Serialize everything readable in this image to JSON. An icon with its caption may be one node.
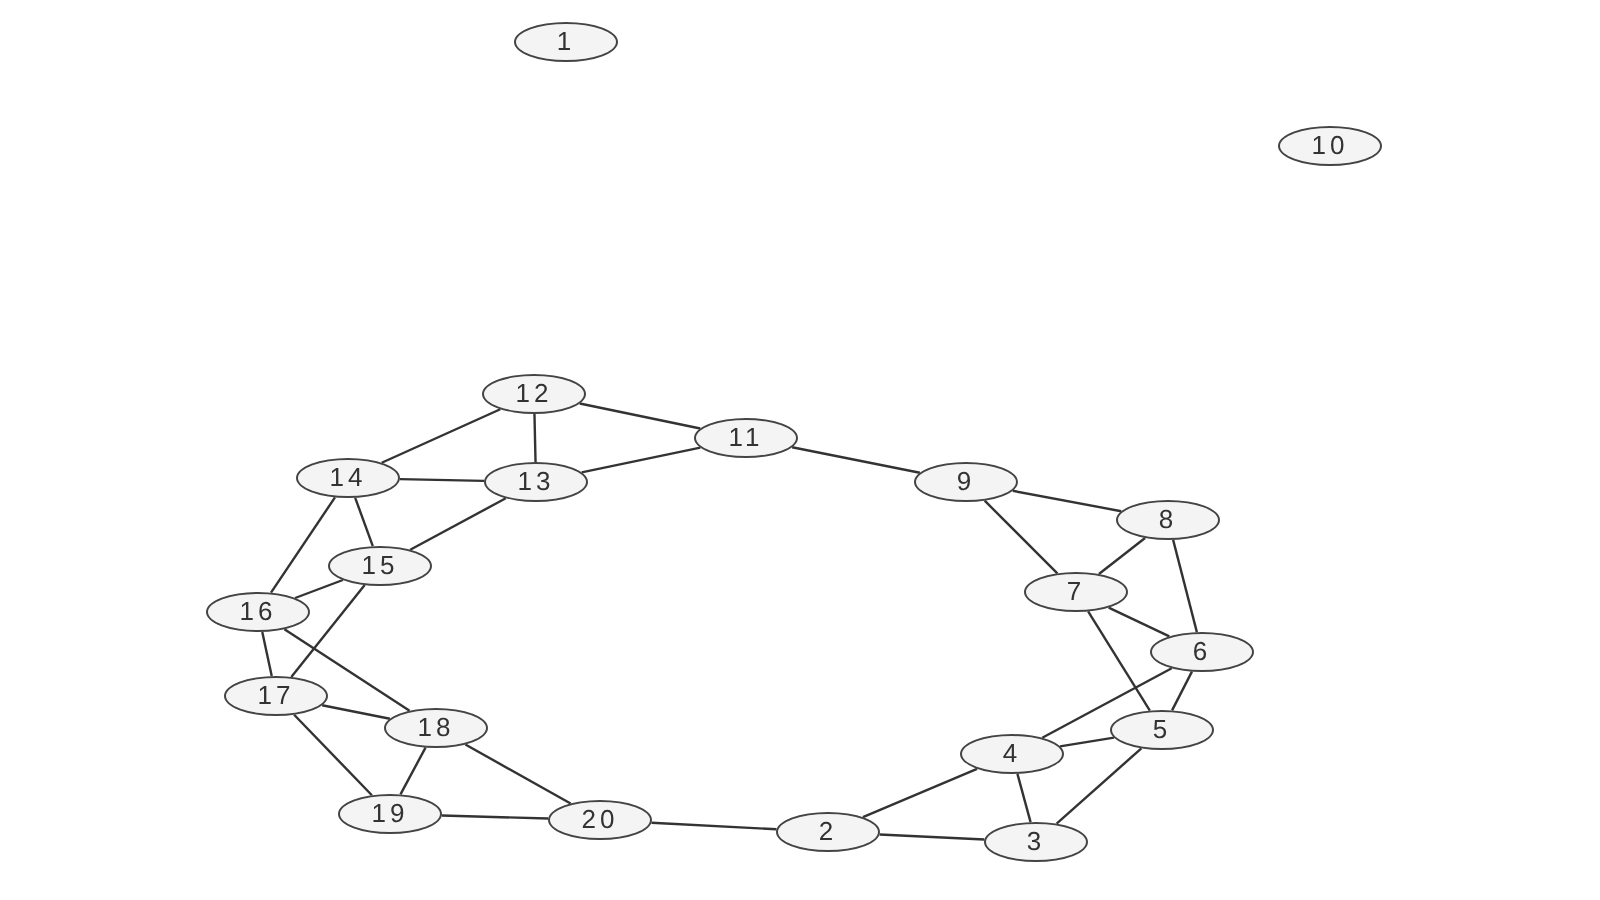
{
  "diagram": {
    "nodes": [
      {
        "text": [
          "1"
        ]
      },
      {
        "text": [
          "2"
        ]
      },
      {
        "text": [
          "3"
        ]
      },
      {
        "text": [
          "4"
        ]
      },
      {
        "text": [
          "5"
        ]
      },
      {
        "text": [
          "6"
        ]
      },
      {
        "text": [
          "7"
        ]
      },
      {
        "text": [
          "8"
        ]
      },
      {
        "text": [
          "9"
        ]
      },
      {
        "text": [
          "10"
        ]
      },
      {
        "text": [
          "11"
        ]
      },
      {
        "text": [
          "12"
        ]
      },
      {
        "text": [
          "13"
        ]
      },
      {
        "text": [
          "14"
        ]
      },
      {
        "text": [
          "15"
        ]
      },
      {
        "text": [
          "16"
        ]
      },
      {
        "text": [
          "17"
        ]
      },
      {
        "text": [
          "18"
        ]
      },
      {
        "text": [
          "19"
        ]
      },
      {
        "text": [
          "20"
        ]
      }
    ],
    "edges": [
      {
        "from": 11,
        "to": 13,
        "arrow": "none"
      },
      {
        "from": 11,
        "to": 12,
        "arrow": "none"
      },
      {
        "from": 11,
        "to": 10,
        "arrow": "none"
      },
      {
        "from": 13,
        "to": 12,
        "arrow": "none"
      },
      {
        "from": 12,
        "to": 10,
        "arrow": "none"
      },
      {
        "from": 12,
        "to": 14,
        "arrow": "none"
      },
      {
        "from": 13,
        "to": 14,
        "arrow": "none"
      },
      {
        "from": 13,
        "to": 15,
        "arrow": "none"
      },
      {
        "from": 15,
        "to": 14,
        "arrow": "none"
      },
      {
        "from": 14,
        "to": 16,
        "arrow": "none"
      },
      {
        "from": 15,
        "to": 16,
        "arrow": "none"
      },
      {
        "from": 15,
        "to": 17,
        "arrow": "none"
      },
      {
        "from": 16,
        "to": 17,
        "arrow": "none"
      },
      {
        "from": 16,
        "to": 18,
        "arrow": "none"
      },
      {
        "from": 17,
        "to": 18,
        "arrow": "none"
      },
      {
        "from": 17,
        "to": 19,
        "arrow": "none"
      },
      {
        "from": 18,
        "to": 19,
        "arrow": "none"
      },
      {
        "from": 19,
        "to": 1,
        "arrow": "none"
      },
      {
        "from": 1,
        "to": 3,
        "arrow": "none"
      },
      {
        "from": 1,
        "to": 2,
        "arrow": "none"
      },
      {
        "from": 3,
        "to": 2,
        "arrow": "none"
      },
      {
        "from": 3,
        "to": 4,
        "arrow": "none"
      },
      {
        "from": 3,
        "to": 5,
        "arrow": "none"
      },
      {
        "from": 2,
        "to": 4,
        "arrow": "none"
      },
      {
        "from": 4,
        "to": 5,
        "arrow": "none"
      },
      {
        "from": 4,
        "to": 6,
        "arrow": "none"
      },
      {
        "from": 6,
        "to": 5,
        "arrow": "none"
      },
      {
        "from": 6,
        "to": 7,
        "arrow": "none"
      },
      {
        "from": 7,
        "to": 5,
        "arrow": "none"
      },
      {
        "from": 8,
        "to": 6,
        "arrow": "none"
      },
      {
        "from": 8,
        "to": 7,
        "arrow": "none"
      },
      {
        "from": 10,
        "to": 8,
        "arrow": "none"
      }
    ]
  }
}
